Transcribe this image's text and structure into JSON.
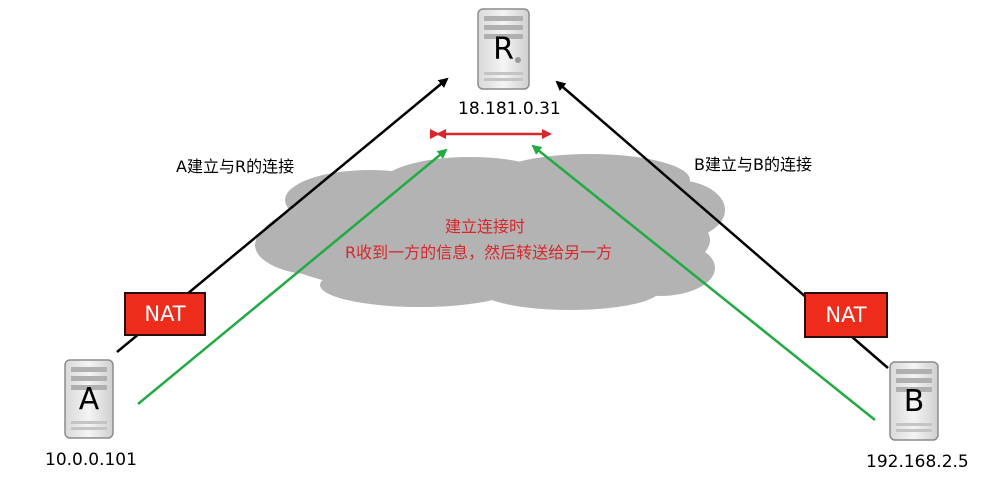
{
  "servers": {
    "relay": {
      "letter": "R",
      "ip": "18.181.0.31"
    },
    "client_a": {
      "letter": "A",
      "ip": "10.0.0.101"
    },
    "client_b": {
      "letter": "B",
      "ip": "192.168.2.5"
    }
  },
  "labels": {
    "a_connection": "A建立与R的连接",
    "b_connection": "B建立与B的连接"
  },
  "cloud": {
    "line1": "建立连接时",
    "line2": "R收到一方的信息，然后转送给另一方"
  },
  "nat": {
    "left": "NAT",
    "right": "NAT"
  },
  "colors": {
    "cloud": "#b3b3b3",
    "arrow_black": "#000000",
    "arrow_green": "#22aa44",
    "arrow_red": "#d8262a",
    "nat_fill": "#ee2c1c"
  }
}
